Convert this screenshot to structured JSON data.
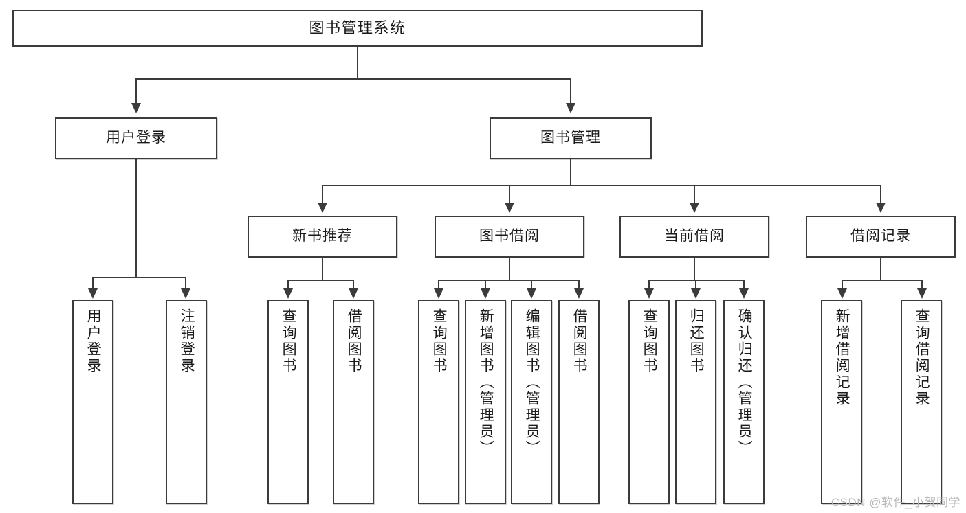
{
  "diagram": {
    "type": "tree",
    "title": "图书管理系统",
    "watermark": "CSDN @软件_小贺同学",
    "root": {
      "label": "图书管理系统"
    },
    "level2": [
      {
        "label": "用户登录"
      },
      {
        "label": "图书管理"
      }
    ],
    "level3": [
      {
        "label": "新书推荐"
      },
      {
        "label": "图书借阅"
      },
      {
        "label": "当前借阅"
      },
      {
        "label": "借阅记录"
      }
    ],
    "leaves": {
      "user_login": [
        {
          "label": "用户登录"
        },
        {
          "label": "注销登录"
        }
      ],
      "new_book": [
        {
          "label": "查询图书"
        },
        {
          "label": "借阅图书"
        }
      ],
      "book_borrow": [
        {
          "label": "查询图书"
        },
        {
          "label": "新增图书（管理员）"
        },
        {
          "label": "编辑图书（管理员）"
        },
        {
          "label": "借阅图书"
        }
      ],
      "current_borrow": [
        {
          "label": "查询图书"
        },
        {
          "label": "归还图书"
        },
        {
          "label": "确认归还（管理员）"
        }
      ],
      "borrow_record": [
        {
          "label": "新增借阅记录"
        },
        {
          "label": "查询借阅记录"
        }
      ]
    },
    "colors": {
      "stroke": "#3b3b3b",
      "fill": "#ffffff",
      "text": "#1a1a1a",
      "watermark": "#b9b9b9"
    }
  }
}
